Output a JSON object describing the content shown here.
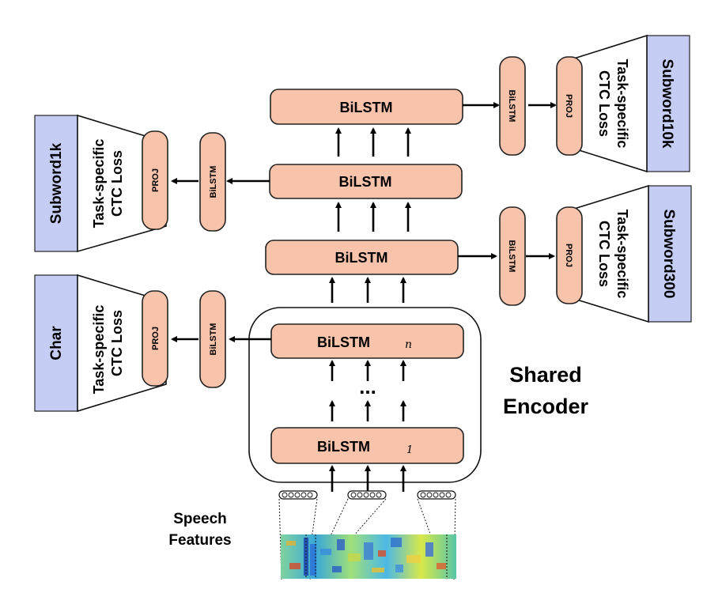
{
  "encoder_layers": {
    "bottom": {
      "label": "BiLSTM",
      "sub": "1"
    },
    "top": {
      "label": "BiLSTM",
      "sub": "n"
    },
    "ellipsis": "..."
  },
  "upper_layers": [
    "BiLSTM",
    "BiLSTM",
    "BiLSTM"
  ],
  "shared_encoder": {
    "line1": "Shared",
    "line2": "Encoder"
  },
  "speech_features": {
    "line1": "Speech",
    "line2": "Features"
  },
  "branches": [
    {
      "target": "Char",
      "bilstm": "BiLSTM",
      "proj": "PROJ",
      "loss1": "Task-specific",
      "loss2": "CTC Loss"
    },
    {
      "target": "Subword300",
      "bilstm": "BiLSTM",
      "proj": "PROJ",
      "loss1": "Task-specific",
      "loss2": "CTC Loss"
    },
    {
      "target": "Subword1k",
      "bilstm": "BiLSTM",
      "proj": "PROJ",
      "loss1": "Task-specific",
      "loss2": "CTC Loss"
    },
    {
      "target": "Subword10k",
      "bilstm": "BiLSTM",
      "proj": "PROJ",
      "loss1": "Task-specific",
      "loss2": "CTC Loss"
    }
  ]
}
